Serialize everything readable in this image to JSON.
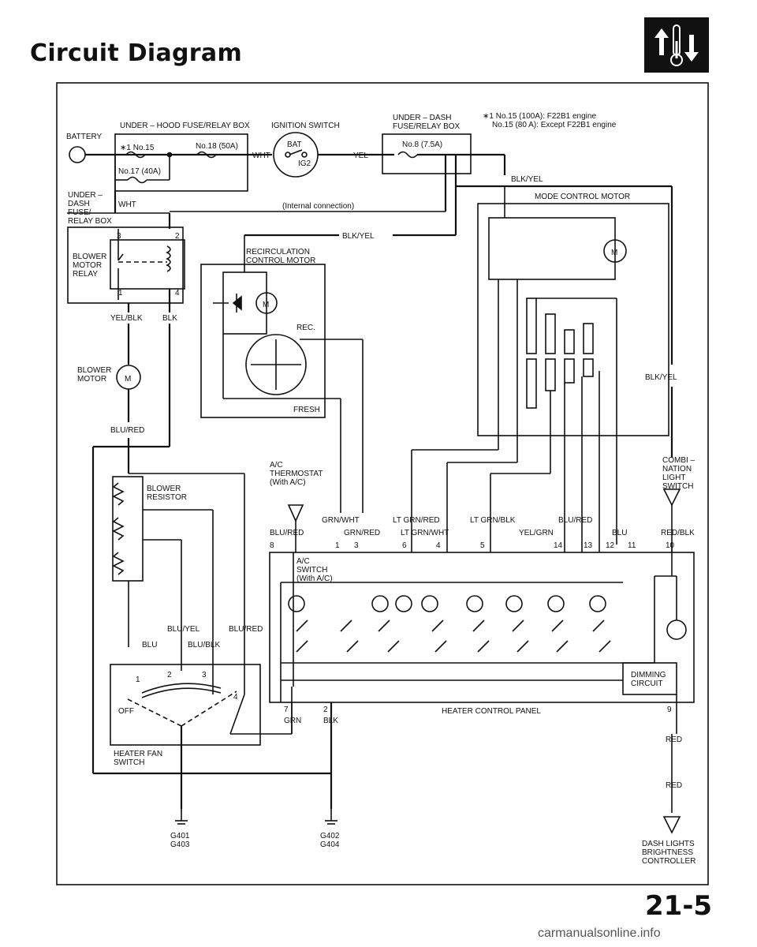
{
  "page": {
    "title": "Circuit Diagram",
    "page_number": "21-5",
    "watermark": "carmanualsonline.info",
    "section_icon": "thermometer-arrows-icon"
  },
  "notes": {
    "line1": "∗1 No.15 (100A): F22B1 engine",
    "line2": "No.15 (80 A): Except F22B1 engine"
  },
  "components": {
    "battery": "BATTERY",
    "hood_box": "UNDER – HOOD FUSE/RELAY BOX",
    "ignition_switch": "IGNITION SWITCH",
    "bat": "BAT",
    "ig2": "IG2",
    "internal_connection": "(Internal connection)",
    "dash_box_1": "UNDER – DASH",
    "dash_box_2": "FUSE/RELAY BOX",
    "fuse_15": "∗1 No.15",
    "fuse_18": "No.18 (50A)",
    "fuse_17": "No.17 (40A)",
    "fuse_8": "No.8 (7.5A)",
    "dash_fuse_label": [
      "UNDER –",
      "DASH",
      "FUSE/",
      "RELAY BOX"
    ],
    "blower_relay": [
      "BLOWER",
      "MOTOR",
      "RELAY"
    ],
    "blower_motor": [
      "BLOWER",
      "MOTOR"
    ],
    "recirc_motor": [
      "RECIRCULATION",
      "CONTROL MOTOR"
    ],
    "rec": "REC.",
    "fresh": "FRESH",
    "mode_motor": "MODE CONTROL MOTOR",
    "blower_resistor": [
      "BLOWER",
      "RESISTOR"
    ],
    "thermostat": [
      "A/C",
      "THERMOSTAT",
      "(With A/C)"
    ],
    "ac_switch": [
      "A/C",
      "SWITCH",
      "(With A/C)"
    ],
    "combination_switch": [
      "COMBI –",
      "NATION",
      "LIGHT",
      "SWITCH"
    ],
    "heater_fan_switch": [
      "HEATER FAN",
      "SWITCH"
    ],
    "off": "OFF",
    "heater_panel": "HEATER CONTROL PANEL",
    "dimming_circuit": [
      "DIMMING",
      "CIRCUIT"
    ],
    "brightness_controller": [
      "DASH LIGHTS",
      "BRIGHTNESS",
      "CONTROLLER"
    ],
    "motor_symbol": "M",
    "grounds": [
      "G401",
      "G403",
      "G402",
      "G404"
    ]
  },
  "wires": {
    "wht": "WHT",
    "yel": "YEL",
    "blk_yel": "BLK/YEL",
    "yel_blk": "YEL/BLK",
    "blk": "BLK",
    "blu_red": "BLU/RED",
    "blu_yel": "BLU/YEL",
    "blu": "BLU",
    "blu_blk": "BLU/BLK",
    "grn_wht": "GRN/WHT",
    "grn_red": "GRN/RED",
    "lt_grn_red": "LT GRN/RED",
    "lt_grn_wht": "LT GRN/WHT",
    "lt_grn_blk": "LT GRN/BLK",
    "yel_grn": "YEL/GRN",
    "red_blk": "RED/BLK",
    "red": "RED",
    "grn": "GRN"
  },
  "pins": {
    "relay": [
      "3",
      "2",
      "1",
      "4"
    ],
    "panel_top": [
      "8",
      "1",
      "3",
      "6",
      "4",
      "5",
      "14",
      "13",
      "12",
      "11",
      "10"
    ],
    "panel_bottom": [
      "7",
      "2",
      "9"
    ],
    "fan_switch": [
      "1",
      "2",
      "3",
      "4"
    ]
  }
}
